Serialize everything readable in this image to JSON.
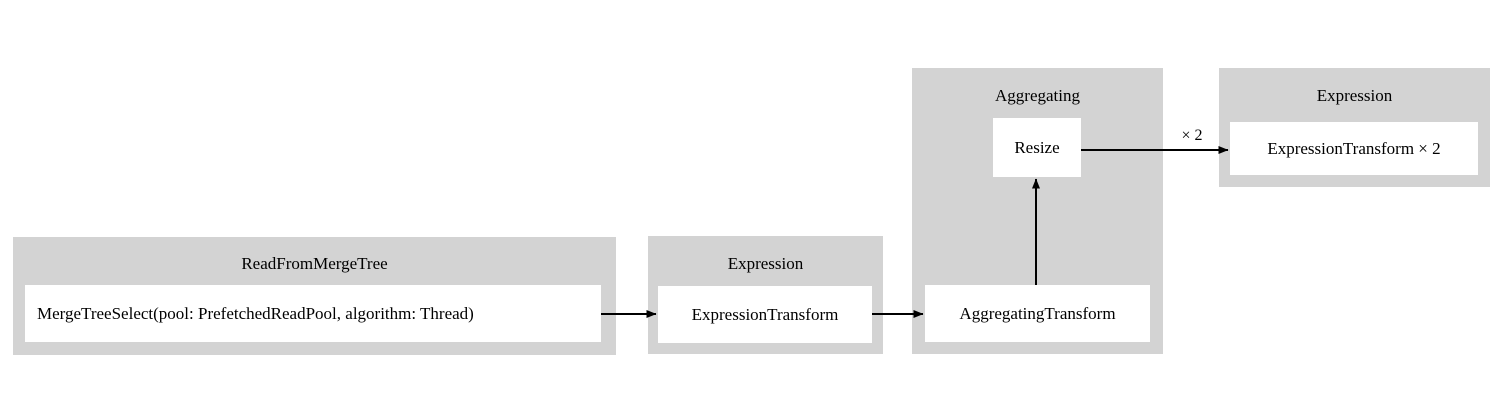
{
  "diagram": {
    "type": "pipeline-graph",
    "background_color": "#ffffff",
    "cluster_fill_color": "#d3d3d3",
    "node_fill_color": "#ffffff",
    "edge_color": "#000000",
    "clusters": [
      {
        "id": "read-from-merge-tree",
        "label": "ReadFromMergeTree",
        "nodes": [
          {
            "id": "merge-tree-select",
            "label": "MergeTreeSelect(pool: PrefetchedReadPool, algorithm: Thread)"
          }
        ]
      },
      {
        "id": "expression-1",
        "label": "Expression",
        "nodes": [
          {
            "id": "expression-transform",
            "label": "ExpressionTransform"
          }
        ]
      },
      {
        "id": "aggregating",
        "label": "Aggregating",
        "nodes": [
          {
            "id": "resize",
            "label": "Resize"
          },
          {
            "id": "aggregating-transform",
            "label": "AggregatingTransform"
          }
        ]
      },
      {
        "id": "expression-2",
        "label": "Expression",
        "nodes": [
          {
            "id": "expression-transform-x2",
            "label": "ExpressionTransform × 2"
          }
        ]
      }
    ],
    "edges": [
      {
        "id": "edge-merge-tree-select-to-expression-transform",
        "from": "merge-tree-select",
        "to": "expression-transform",
        "label": ""
      },
      {
        "id": "edge-expression-transform-to-aggregating-transform",
        "from": "expression-transform",
        "to": "aggregating-transform",
        "label": ""
      },
      {
        "id": "edge-aggregating-transform-to-resize",
        "from": "aggregating-transform",
        "to": "resize",
        "label": ""
      },
      {
        "id": "edge-resize-to-expression-transform-x2",
        "from": "resize",
        "to": "expression-transform-x2",
        "label": "× 2"
      }
    ]
  }
}
